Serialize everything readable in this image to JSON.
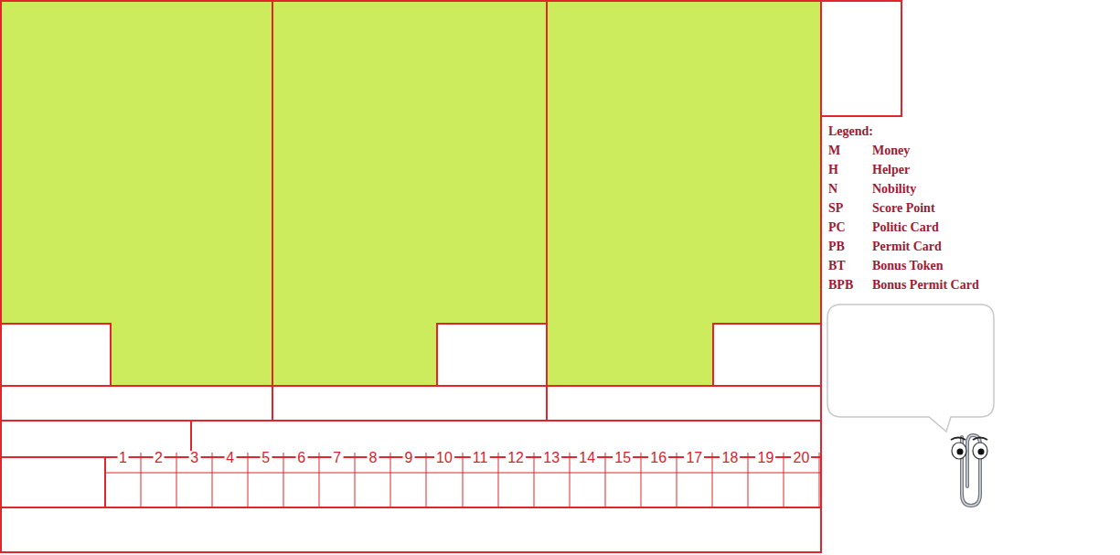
{
  "diagram": {
    "labels": [
      "Legend:",
      "M",
      "Money",
      "H",
      "Helper",
      "N",
      "Nobility",
      "SP",
      "Score Point",
      "PC",
      "Politic Card",
      "PB",
      "Permit Card",
      "BT",
      "Bonus Token",
      "BPB",
      "Bonus Permit Card",
      "1",
      "2",
      "3",
      "4",
      "5",
      "6",
      "7",
      "8",
      "9",
      "10",
      "11",
      "12",
      "13",
      "14",
      "15",
      "16",
      "17",
      "18",
      "19",
      "20"
    ]
  }
}
